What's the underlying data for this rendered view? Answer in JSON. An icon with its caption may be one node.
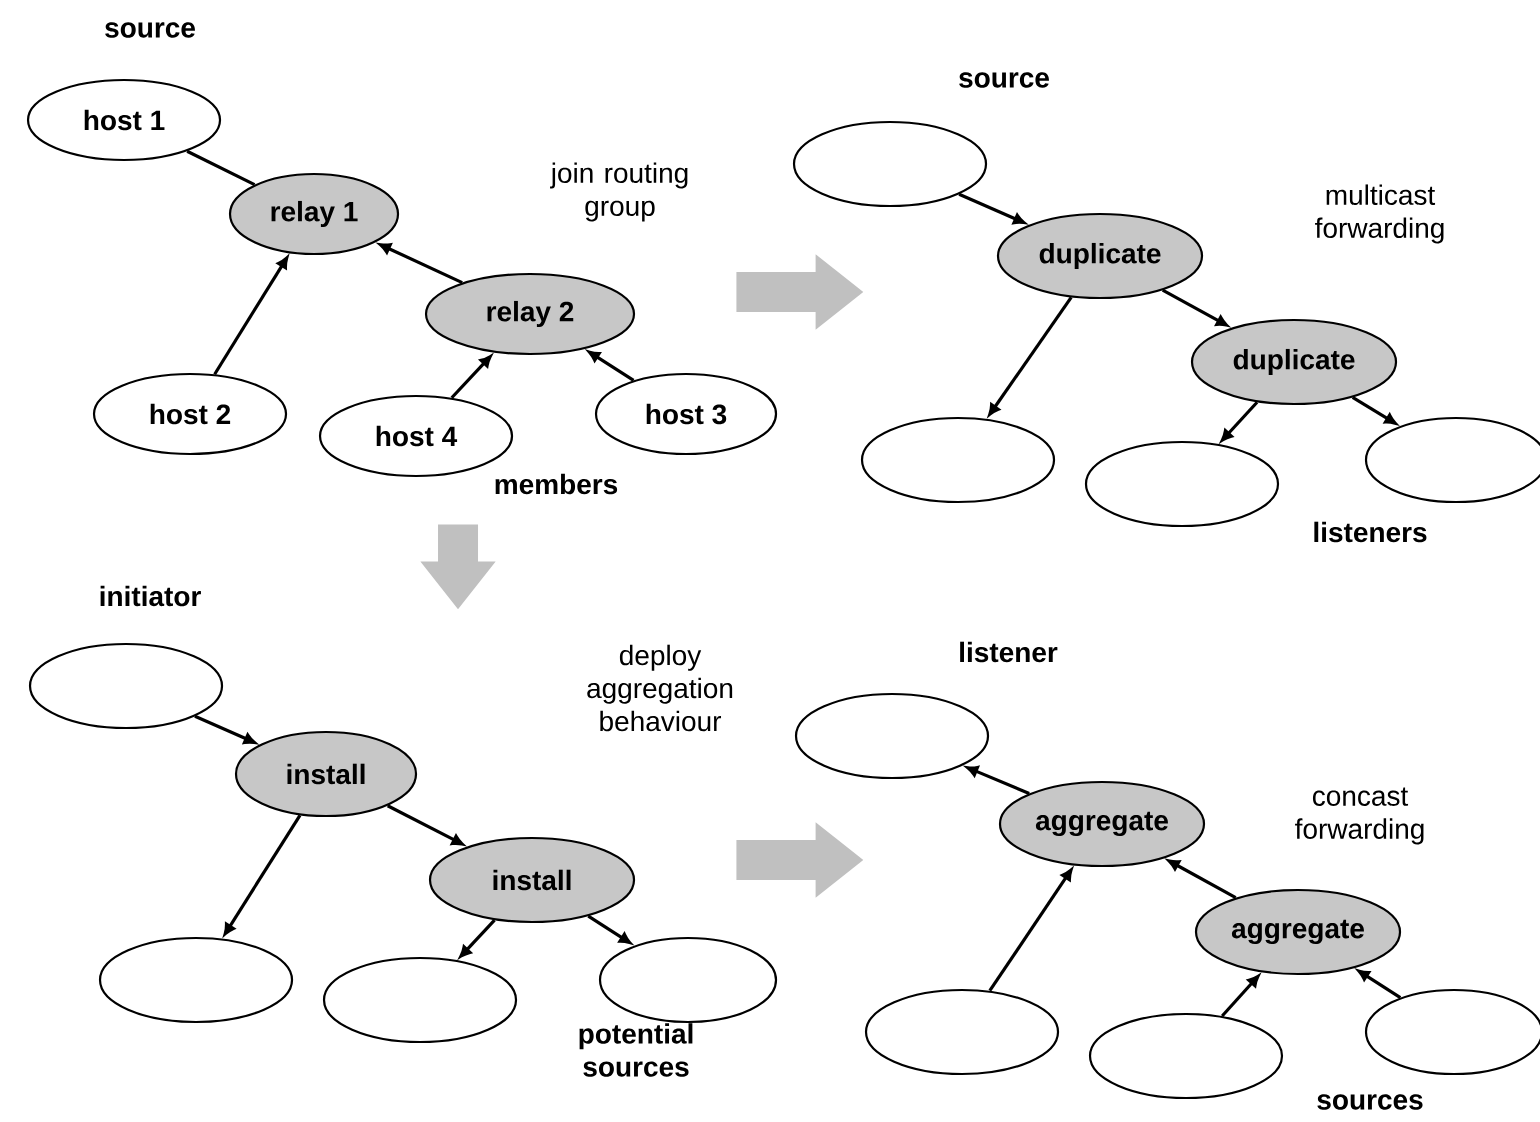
{
  "diagram": {
    "nodes": [
      {
        "text": [],
        "shape": "panel"
      },
      {
        "text": [],
        "shape": "panel"
      },
      {
        "text": [],
        "shape": "panel"
      },
      {
        "text": [],
        "shape": "panel"
      },
      {
        "text": [
          "host 1"
        ],
        "in": 0
      },
      {
        "text": [
          "relay 1"
        ],
        "in": 0
      },
      {
        "text": [
          "relay 2"
        ],
        "in": 0
      },
      {
        "text": [
          "host 2"
        ],
        "in": 0
      },
      {
        "text": [
          "host 4"
        ],
        "in": 0
      },
      {
        "text": [
          "host 3"
        ],
        "in": 0
      },
      {
        "text": [],
        "shape": "ellipse",
        "in": 1
      },
      {
        "text": [
          "duplicate"
        ],
        "in": 1
      },
      {
        "text": [
          "duplicate"
        ],
        "in": 1
      },
      {
        "text": [],
        "shape": "ellipse",
        "in": 1
      },
      {
        "text": [],
        "shape": "ellipse",
        "in": 1
      },
      {
        "text": [],
        "shape": "ellipse",
        "in": 1
      },
      {
        "text": [],
        "shape": "ellipse",
        "in": 2
      },
      {
        "text": [
          "install"
        ],
        "in": 2
      },
      {
        "text": [
          "install"
        ],
        "in": 2
      },
      {
        "text": [],
        "shape": "ellipse",
        "in": 2
      },
      {
        "text": [],
        "shape": "ellipse",
        "in": 2
      },
      {
        "text": [],
        "shape": "ellipse",
        "in": 2
      },
      {
        "text": [],
        "shape": "ellipse",
        "in": 3
      },
      {
        "text": [
          "aggregate"
        ],
        "in": 3
      },
      {
        "text": [
          "aggregate"
        ],
        "in": 3
      },
      {
        "text": [],
        "shape": "ellipse",
        "in": 3
      },
      {
        "text": [],
        "shape": "ellipse",
        "in": 3
      },
      {
        "text": [],
        "shape": "ellipse",
        "in": 3
      }
    ],
    "edges": [
      {
        "from": 0,
        "to": 1,
        "arrow": "to",
        "style": "thick",
        "color": "#c0c0c0"
      },
      {
        "from": 0,
        "to": 2,
        "arrow": "to",
        "style": "thick",
        "color": "#c0c0c0"
      },
      {
        "from": 2,
        "to": 3,
        "arrow": "to",
        "style": "thick",
        "color": "#c0c0c0"
      },
      {
        "from": 4,
        "to": 5,
        "arrow": "none"
      },
      {
        "from": 7,
        "to": 5,
        "arrow": "to"
      },
      {
        "from": 6,
        "to": 5,
        "arrow": "to"
      },
      {
        "from": 8,
        "to": 6,
        "arrow": "to"
      },
      {
        "from": 9,
        "to": 6,
        "arrow": "to"
      },
      {
        "from": 10,
        "to": 11,
        "arrow": "to"
      },
      {
        "from": 11,
        "to": 13,
        "arrow": "to"
      },
      {
        "from": 11,
        "to": 12,
        "arrow": "to"
      },
      {
        "from": 12,
        "to": 14,
        "arrow": "to"
      },
      {
        "from": 12,
        "to": 15,
        "arrow": "to"
      },
      {
        "from": 16,
        "to": 17,
        "arrow": "to"
      },
      {
        "from": 17,
        "to": 19,
        "arrow": "to"
      },
      {
        "from": 17,
        "to": 18,
        "arrow": "to"
      },
      {
        "from": 18,
        "to": 20,
        "arrow": "to"
      },
      {
        "from": 18,
        "to": 21,
        "arrow": "to"
      },
      {
        "from": 23,
        "to": 22,
        "arrow": "to"
      },
      {
        "from": 25,
        "to": 23,
        "arrow": "to"
      },
      {
        "from": 24,
        "to": 23,
        "arrow": "to"
      },
      {
        "from": 26,
        "to": 24,
        "arrow": "to"
      },
      {
        "from": 27,
        "to": 24,
        "arrow": "to"
      }
    ],
    "labels": [
      "source",
      "join routing group",
      "members",
      "source",
      "multicast forwarding",
      "listeners",
      "initiator",
      "deploy aggregation behaviour",
      "potential sources",
      "listener",
      "concast forwarding",
      "sources"
    ]
  }
}
